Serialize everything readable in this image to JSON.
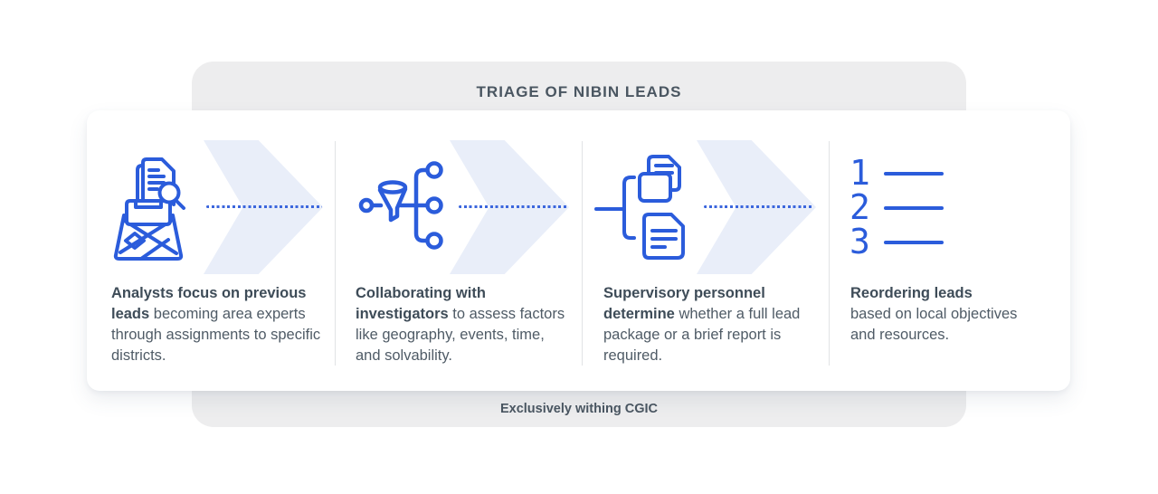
{
  "title": "TRIAGE OF NIBIN LEADS",
  "footer": "Exclusively withing CGIC",
  "colors": {
    "accent_blue": "#2b5cdb",
    "chevron_fill": "#e9eef9",
    "dot_blue": "#3b66dd",
    "panel_gray": "#ededee",
    "text_dark": "#4a5661",
    "divider_gray": "#e1e3e5"
  },
  "steps": [
    {
      "icon": "inbox-document-search-icon",
      "bold": "Analysts focus on previous leads",
      "rest": " becoming area experts through assignments to specific districts."
    },
    {
      "icon": "funnel-routing-icon",
      "bold": "Collaborating with investigators",
      "rest": " to assess factors like geography, events, time, and solvability."
    },
    {
      "icon": "report-decision-branch-icon",
      "bold": "Supervisory personnel determine",
      "rest": " whether a full lead package or a brief report is required."
    },
    {
      "icon": "numbered-list-icon",
      "bold": "Reordering leads",
      "rest": " based on local objectives and resources.",
      "list_numbers": [
        "1",
        "2",
        "3"
      ]
    }
  ]
}
